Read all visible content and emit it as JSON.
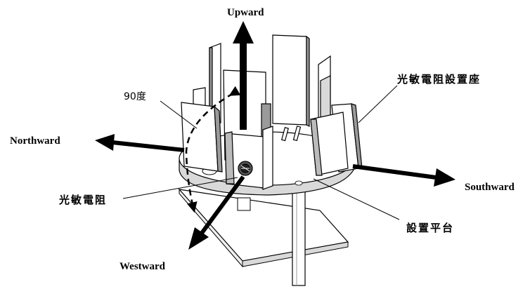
{
  "labels": {
    "upward": "Upward",
    "northward": "Northward",
    "southward": "Southward",
    "westward": "Westward",
    "angle": "90度",
    "sensor_mount": "光敏電阻設置座",
    "photoresistor": "光敏電阻",
    "platform": "設置平台"
  },
  "colors": {
    "ink": "#000000",
    "part_fill": "#ffffff",
    "shade": "#d9d9d9",
    "dark_shade": "#9a9a9a"
  }
}
